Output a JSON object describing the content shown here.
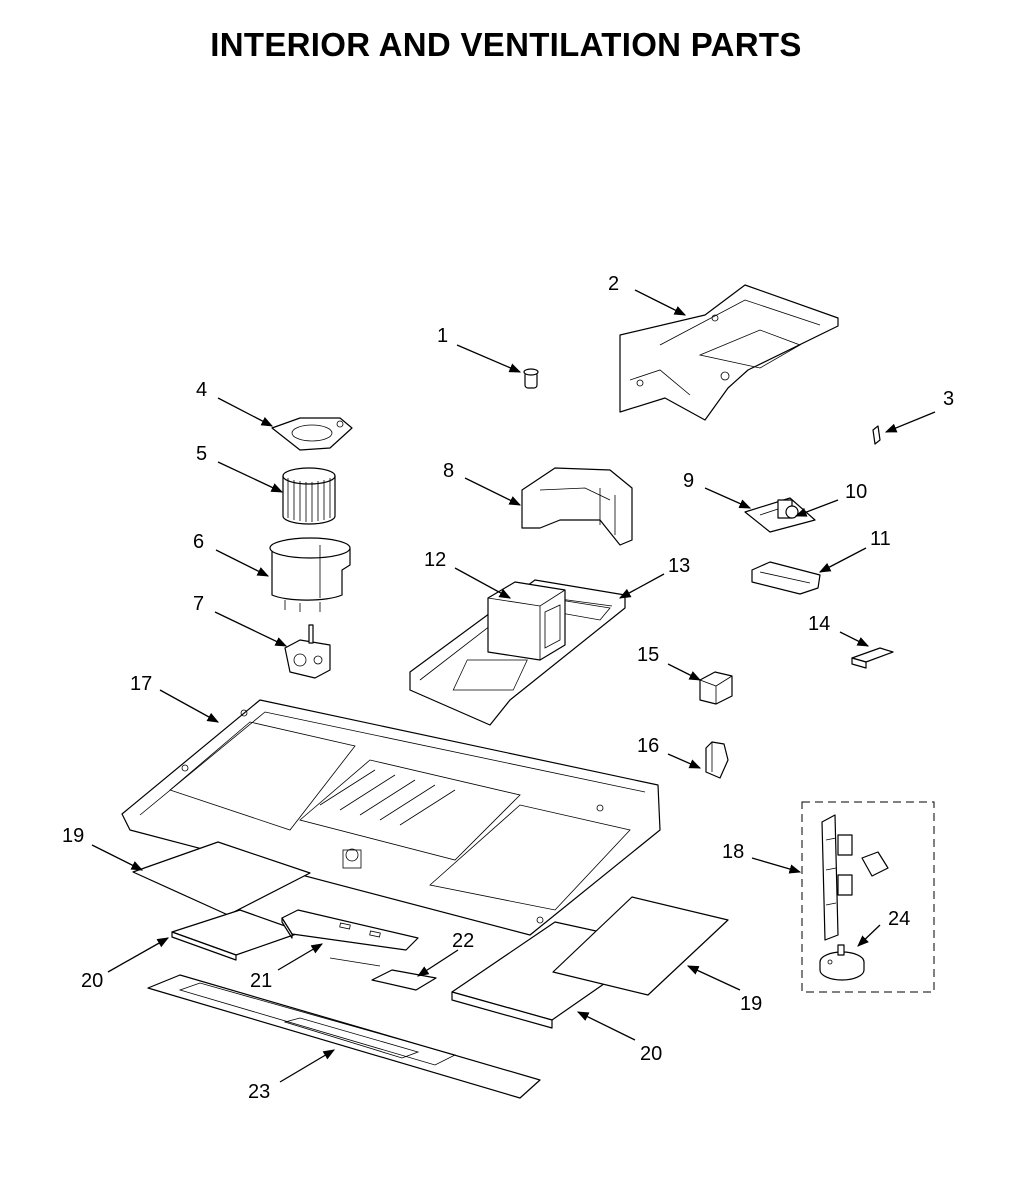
{
  "title": "INTERIOR AND VENTILATION PARTS",
  "callouts": {
    "c1": "1",
    "c2": "2",
    "c3": "3",
    "c4": "4",
    "c5": "5",
    "c6": "6",
    "c7": "7",
    "c8": "8",
    "c9": "9",
    "c10": "10",
    "c11": "11",
    "c12": "12",
    "c13": "13",
    "c14": "14",
    "c15": "15",
    "c16": "16",
    "c17": "17",
    "c18": "18",
    "c19a": "19",
    "c19b": "19",
    "c20a": "20",
    "c20b": "20",
    "c21": "21",
    "c22": "22",
    "c23": "23",
    "c24": "24"
  }
}
